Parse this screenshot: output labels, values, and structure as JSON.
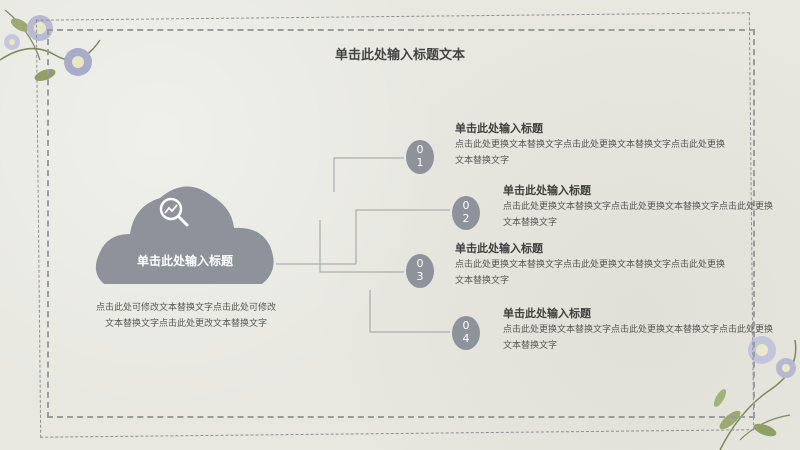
{
  "slide": {
    "title": "单击此处输入标题文本"
  },
  "cloud": {
    "icon": "magnifier-chart-icon",
    "label": "单击此处输入标题",
    "description": "点击此处可修改文本替换文字点击此处可修改文本替换文字点击此处更改文本替换文字"
  },
  "items": [
    {
      "number": "0\n1",
      "title": "单击此处输入标题",
      "description": "点击此处更换文本替换文字点击此处更换文本替换文字点击此处更换文本替换文字"
    },
    {
      "number": "0\n2",
      "title": "单击此处输入标题",
      "description": "点击此处更换文本替换文字点击此处更换文本替换文字点击此处更换文本替换文字"
    },
    {
      "number": "0\n3",
      "title": "单击此处输入标题",
      "description": "点击此处更换文本替换文字点击此处更换文本替换文字点击此处更换文本替换文字"
    },
    {
      "number": "0\n4",
      "title": "单击此处输入标题",
      "description": "点击此处更换文本替换文字点击此处更换文本替换文字点击此处更换文本替换文字"
    }
  ],
  "colors": {
    "accent": "#8d929b",
    "cloud": "#8d929b",
    "text": "#444444"
  }
}
